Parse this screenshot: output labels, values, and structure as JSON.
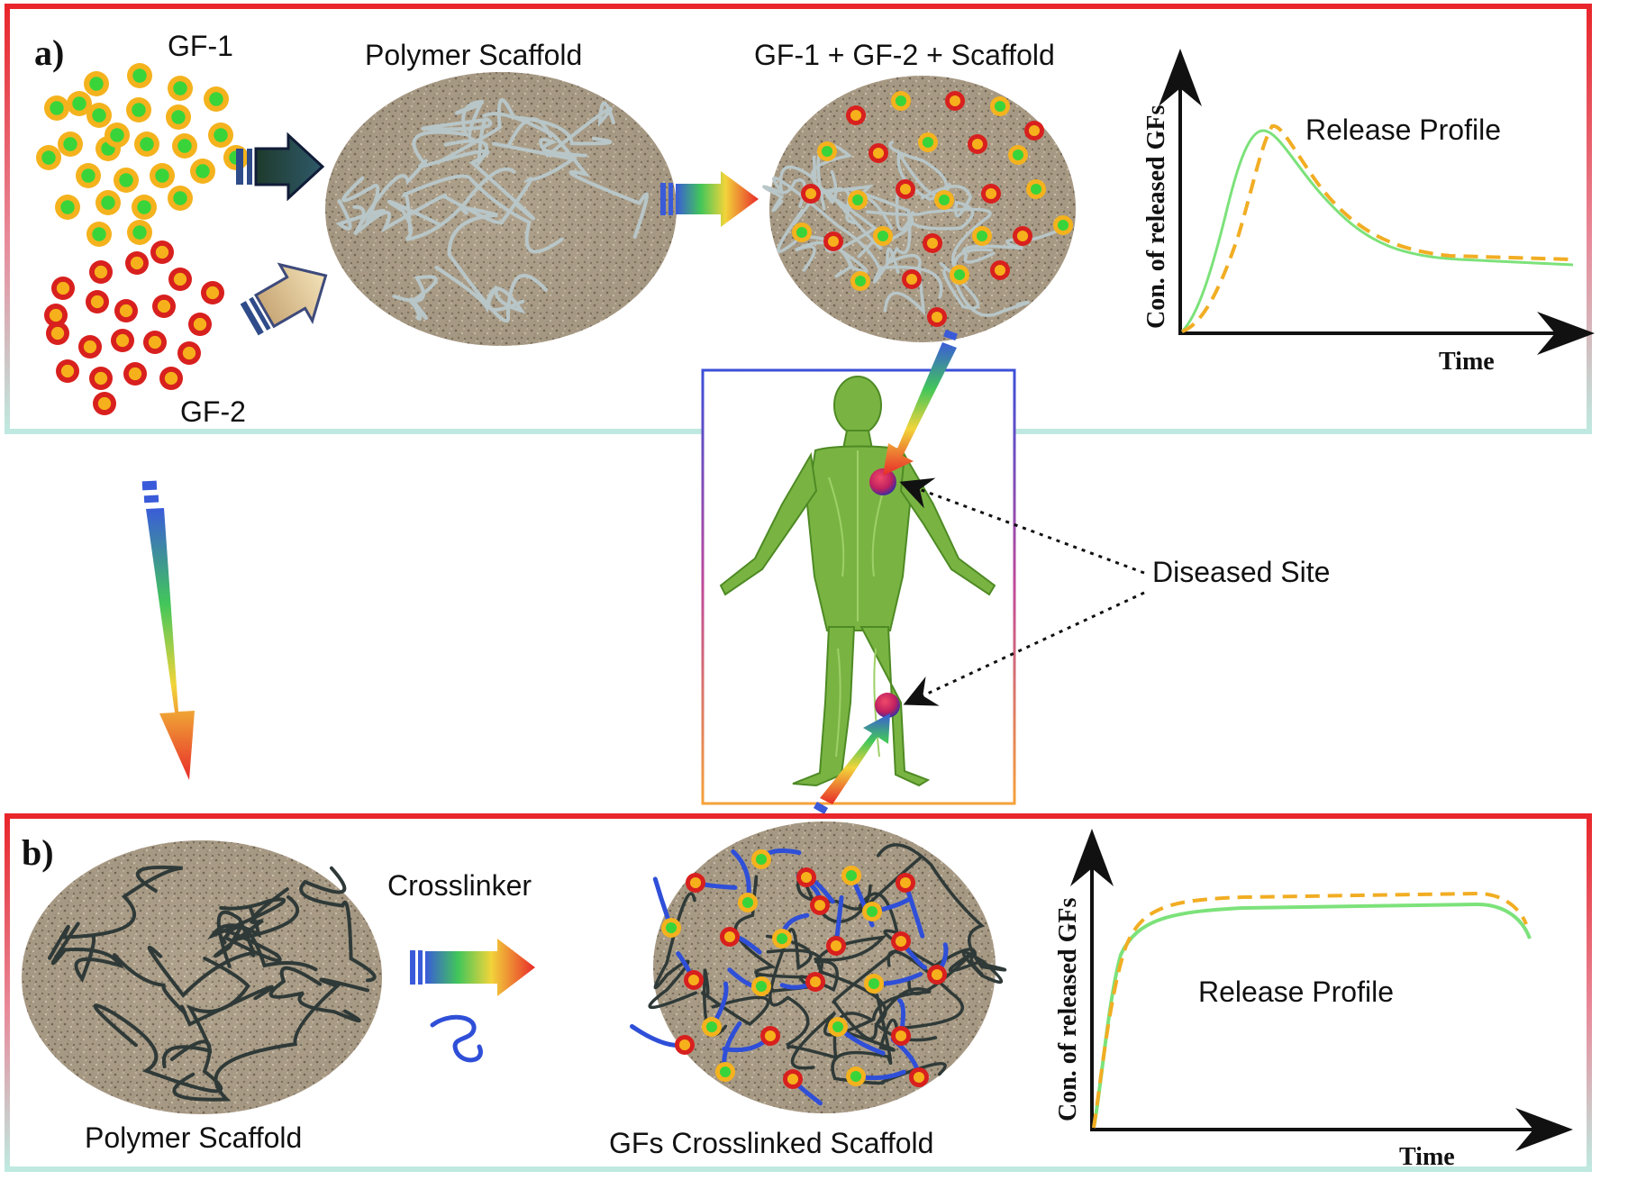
{
  "panel_a": {
    "label": "a)",
    "gf1_label": "GF-1",
    "gf2_label": "GF-2",
    "scaffold_label": "Polymer Scaffold",
    "combined_label": "GF-1 + GF-2 + Scaffold",
    "chart_title": "Release Profile",
    "ylabel": "Con. of released GFs",
    "xlabel": "Time"
  },
  "middle": {
    "diseased_site_label": "Diseased Site"
  },
  "panel_b": {
    "label": "b)",
    "scaffold_label": "Polymer Scaffold",
    "crosslinker_label": "Crosslinker",
    "crosslinked_label": "GFs Crosslinked Scaffold",
    "chart_title": "Release Profile",
    "ylabel": "Con. of released GFs",
    "xlabel": "Time"
  },
  "colors": {
    "panel_border_top": "#e8262b",
    "panel_border_bottom": "#bfe9e0",
    "gf1_outer": "#f4b21d",
    "gf1_inner": "#39d43a",
    "gf2_outer": "#d8201e",
    "gf2_inner": "#f6b01b",
    "series_green": "#6fe06a",
    "series_orange": "#f1ad23",
    "crosslinker": "#2f4fd8",
    "scaffold_fiber": "#b8c6c8",
    "dark_fiber": "#2f3a38"
  }
}
